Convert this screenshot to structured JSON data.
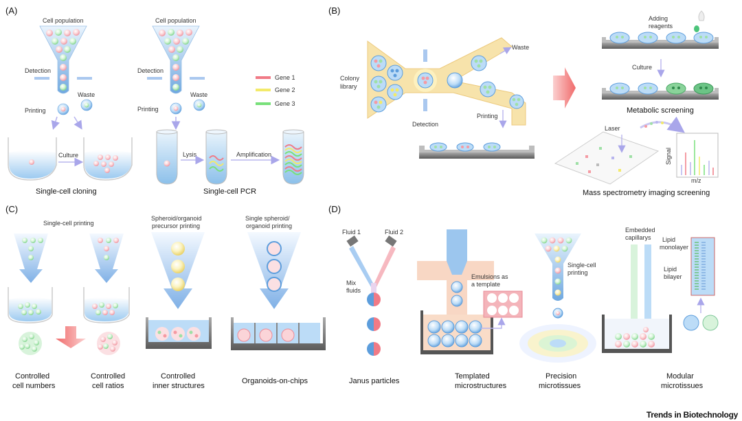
{
  "panels": {
    "a": "(A)",
    "b": "(B)",
    "c": "(C)",
    "d": "(D)"
  },
  "panelA": {
    "cell_population_1": "Cell population",
    "cell_population_2": "Cell population",
    "detection_1": "Detection",
    "detection_2": "Detection",
    "waste_1": "Waste",
    "waste_2": "Waste",
    "printing_1": "Printing",
    "printing_2": "Printing",
    "culture": "Culture",
    "lysis": "Lysis",
    "amplification": "Amplification",
    "caption_cloning": "Single-cell cloning",
    "caption_pcr": "Single-cell PCR",
    "legend": [
      {
        "label": "Gene 1",
        "color": "#f07a86"
      },
      {
        "label": "Gene 2",
        "color": "#f3ea6a"
      },
      {
        "label": "Gene 3",
        "color": "#78e07a"
      }
    ]
  },
  "panelB": {
    "colony_library": "Colony\nlibrary",
    "waste": "Waste",
    "detection": "Detection",
    "printing": "Printing",
    "adding_reagents": "Adding\nreagents",
    "culture": "Culture",
    "caption_metabolic": "Metabolic screening",
    "laser": "Laser",
    "signal": "Signal",
    "mz": "m/z",
    "caption_msi": "Mass spectrometry imaging screening"
  },
  "panelC": {
    "single_cell_printing": "Single-cell printing",
    "spheroid_precursor": "Spheroid/organoid\nprecursor printing",
    "single_spheroid": "Single spheroid/\norganoid printing",
    "caption_numbers": "Controlled\ncell numbers",
    "caption_ratios": "Controlled\ncell ratios",
    "caption_inner": "Controlled\ninner structures",
    "caption_chips": "Organoids-on-chips"
  },
  "panelD": {
    "fluid1": "Fluid 1",
    "fluid2": "Fluid 2",
    "mix_fluids": "Mix\nfluids",
    "emulsions": "Emulsions as\na template",
    "single_cell_printing": "Single-cell\nprinting",
    "embedded_capillarys": "Embedded\ncapillarys",
    "lipid_monolayer": "Lipid\nmonolayer",
    "lipid_bilayer": "Lipid\nbilayer",
    "caption_janus": "Janus particles",
    "caption_templated": "Templated\nmicrostructures",
    "caption_precision": "Precision\nmicrotissues",
    "caption_modular": "Modular\nmicrotissues"
  },
  "footer": {
    "journal": "Trends in Biotechnology"
  },
  "colors": {
    "blue_light": "#cfe6f8",
    "blue_mid": "#7fb4e6",
    "cell_pink": "#f59aa3",
    "cell_green": "#9fe0a6",
    "yellow_channel": "#f7e3ab",
    "arrow_lavender": "#b8b5ee",
    "red_arrow": "#f27c7c"
  }
}
